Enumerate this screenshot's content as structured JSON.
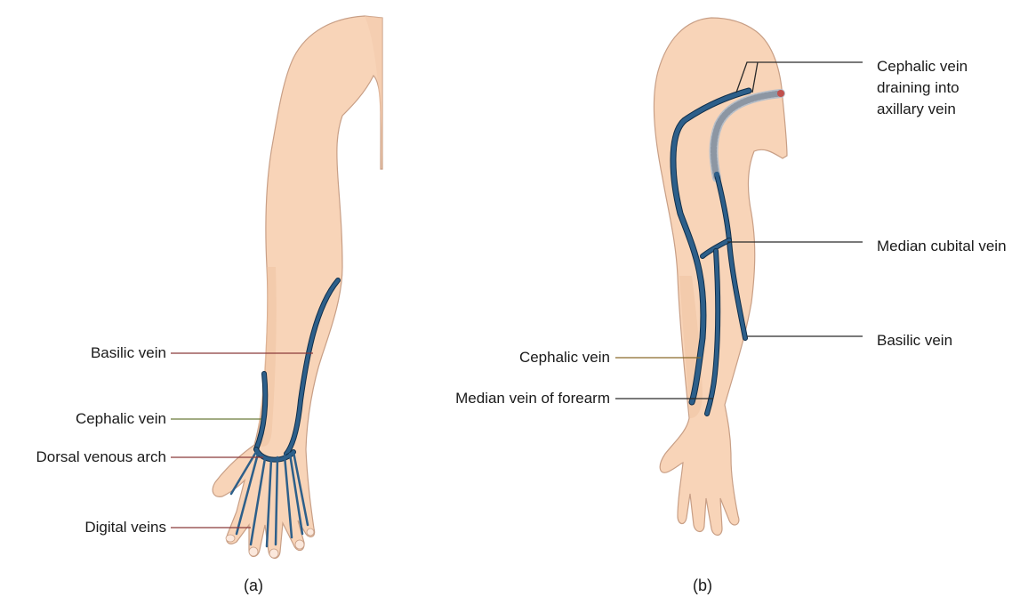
{
  "colors": {
    "skin": "#f8d4b8",
    "skin_shade": "#f0c2a0",
    "vein": "#2d5f8a",
    "deep_vein": "#b8bfc8",
    "axillary_end": "#c0504d",
    "nail": "#fbe8dc"
  },
  "panel_a": {
    "caption": "(a)",
    "labels": {
      "basilic": "Basilic vein",
      "cephalic": "Cephalic vein",
      "dorsal_arch": "Dorsal venous arch",
      "digital": "Digital veins"
    },
    "leader_colors": {
      "basilic": "#8a3a3a",
      "cephalic": "#6b7a3a",
      "dorsal_arch": "#8a3a3a",
      "digital": "#8a3a3a"
    }
  },
  "panel_b": {
    "caption": "(b)",
    "labels": {
      "cephalic_axillary": [
        "Cephalic vein",
        "draining into",
        "axillary vein"
      ],
      "median_cubital": "Median cubital vein",
      "basilic": "Basilic vein",
      "cephalic": "Cephalic vein",
      "median_forearm": "Median vein of forearm"
    },
    "leader_colors": {
      "cephalic_axillary": "#2a2a2a",
      "median_cubital": "#2a2a2a",
      "basilic": "#2a2a2a",
      "cephalic": "#8a6a2a",
      "median_forearm": "#2a2a2a"
    }
  }
}
